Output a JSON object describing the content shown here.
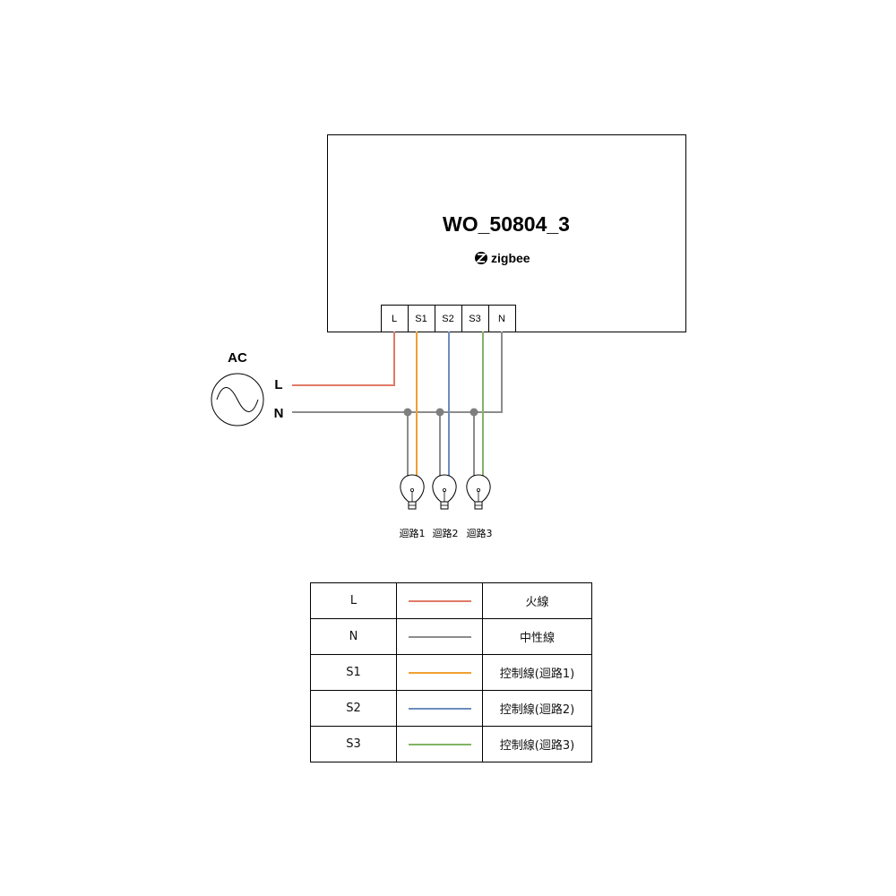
{
  "device": {
    "model": "WO_50804_3",
    "brand": "zigbee",
    "terminals": [
      "L",
      "S1",
      "S2",
      "S3",
      "N"
    ]
  },
  "source": {
    "label": "AC",
    "line_label": "L",
    "neutral_label": "N"
  },
  "loads": [
    "迴路1",
    "迴路2",
    "迴路3"
  ],
  "colors": {
    "L": "#e07a66",
    "N": "#8c8c8c",
    "S1": "#f0a030",
    "S2": "#6c8ebf",
    "S3": "#82b366"
  },
  "legend": [
    {
      "key": "L",
      "color": "#e07a66",
      "desc": "火線"
    },
    {
      "key": "N",
      "color": "#8c8c8c",
      "desc": "中性線"
    },
    {
      "key": "S1",
      "color": "#f0a030",
      "desc": "控制線(迴路1)"
    },
    {
      "key": "S2",
      "color": "#6c8ebf",
      "desc": "控制線(迴路2)"
    },
    {
      "key": "S3",
      "color": "#82b366",
      "desc": "控制線(迴路3)"
    }
  ]
}
